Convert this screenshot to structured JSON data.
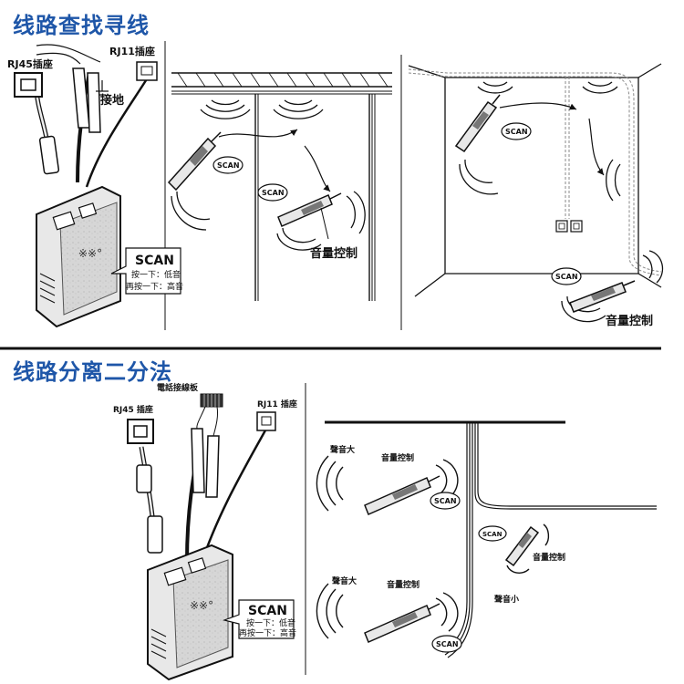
{
  "colors": {
    "title": "#1e56a8",
    "line": "#111111",
    "device": "#d9d9d9"
  },
  "section1": {
    "title": "线路查找寻线",
    "rj45_label": "RJ45插座",
    "rj11_label": "RJ11插座",
    "ground_label": "接地",
    "scan_label": "SCAN",
    "hint_low": "按一下：低音",
    "hint_high": "再按一下：高音",
    "bubble_scan": "SCAN",
    "volume_label": "音量控制"
  },
  "section2": {
    "title": "线路分离二分法",
    "patch_label": "電話接線板",
    "rj45_label": "RJ45 插座",
    "rj11_label": "RJ11 插座",
    "scan_label": "SCAN",
    "hint_low": "按一下：低音",
    "hint_high": "再按一下：高音",
    "loud_label": "聲音大",
    "volume_label": "音量控制",
    "quiet_label": "聲音小",
    "bubble_scan": "SCAN"
  }
}
